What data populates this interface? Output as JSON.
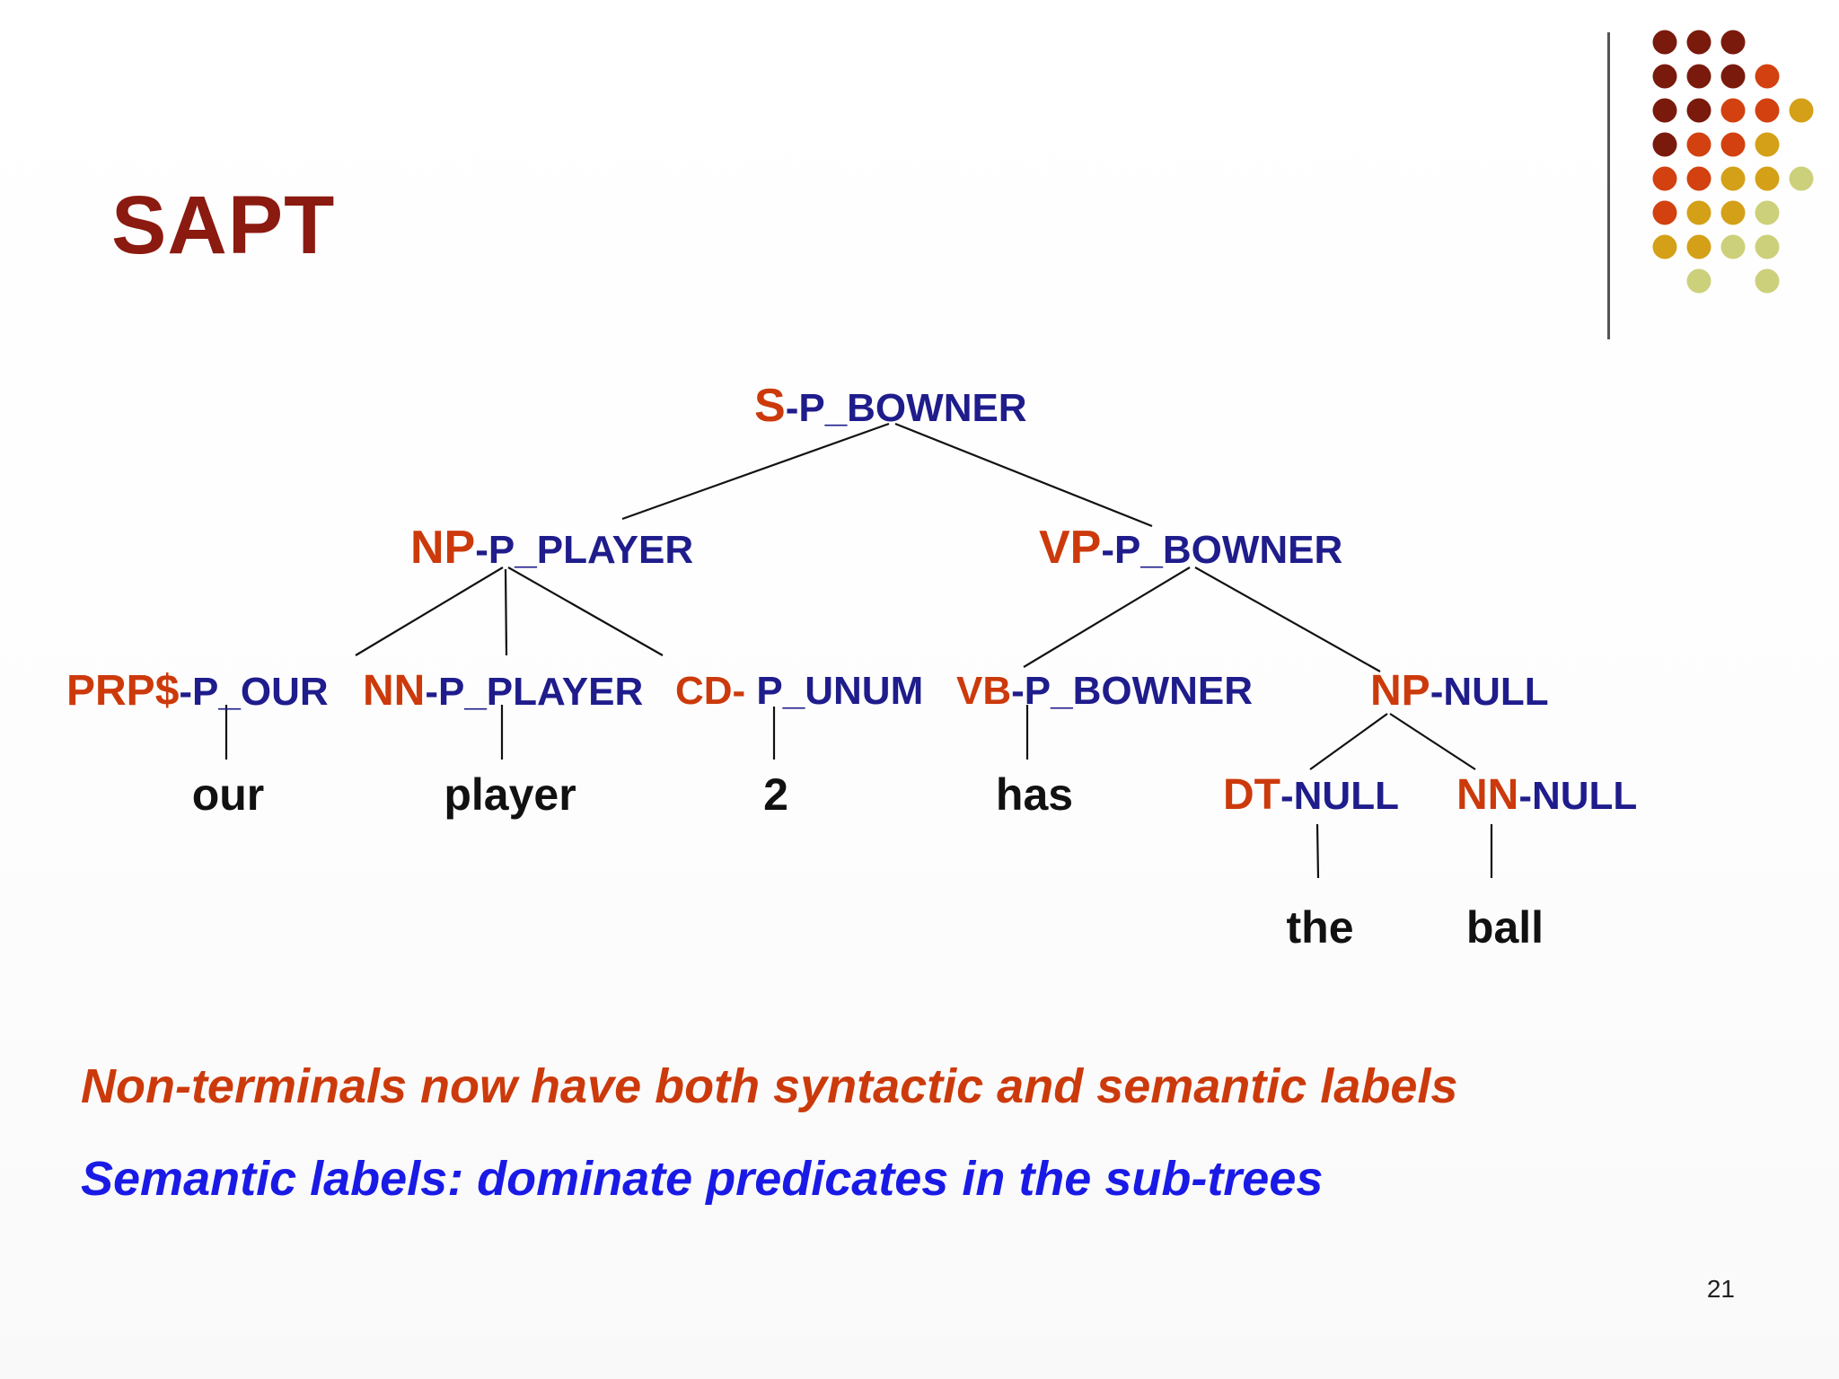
{
  "slide": {
    "title": "SAPT",
    "page_number": "21"
  },
  "tree": {
    "nodes": {
      "root": {
        "syn": "S",
        "sem": "-P_BOWNER"
      },
      "np_player": {
        "syn": "NP",
        "sem": "-P_PLAYER"
      },
      "vp_bowner": {
        "syn": "VP",
        "sem": "-P_BOWNER"
      },
      "prp": {
        "syn": "PRP$",
        "sem": "-P_OUR"
      },
      "nn_player": {
        "syn": "NN",
        "sem": "-P_PLAYER"
      },
      "cd": {
        "syn": "CD-",
        "sem": " P_UNUM"
      },
      "vb": {
        "syn": "VB",
        "sem": "-P_BOWNER"
      },
      "np_null": {
        "syn": "NP",
        "sem": "-NULL"
      },
      "dt": {
        "syn": "DT",
        "sem": "-NULL"
      },
      "nn_null": {
        "syn": "NN",
        "sem": "-NULL"
      }
    },
    "words": {
      "our": "our",
      "player": "player",
      "two": "2",
      "has": "has",
      "the": "the",
      "ball": "ball"
    }
  },
  "notes": {
    "line1": "Non-terminals now have both syntactic and semantic labels",
    "line2": "Semantic labels: dominate predicates in the sub-trees"
  },
  "colors": {
    "title": "#8b1a10",
    "syntactic_label": "#cc3a0c",
    "semantic_label": "#1f1c8c",
    "note_red": "#cc3a0c",
    "note_blue": "#1a1ae6",
    "dot_palette": [
      "#7a1a0c",
      "#d2410f",
      "#d4a017",
      "#cdd07a"
    ]
  }
}
